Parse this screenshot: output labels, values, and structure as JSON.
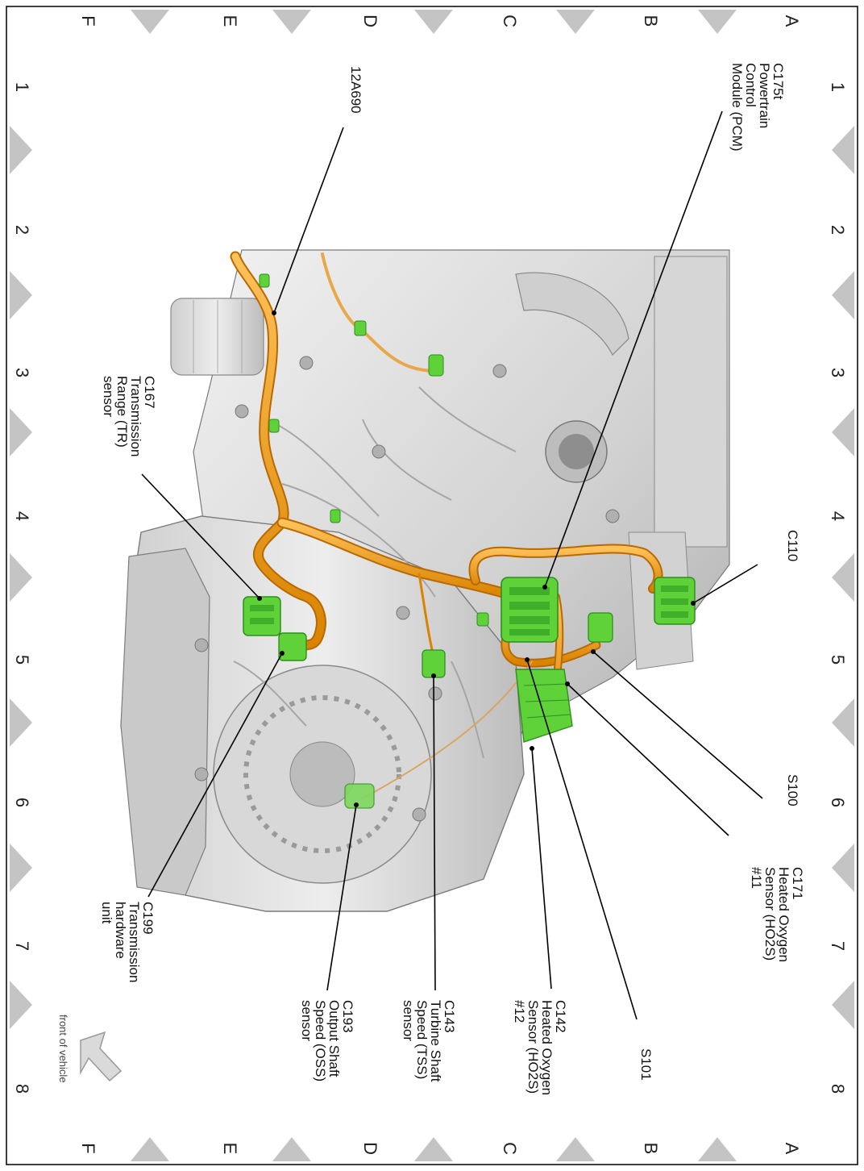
{
  "grid": {
    "columns": [
      "1",
      "2",
      "3",
      "4",
      "5",
      "6",
      "7",
      "8"
    ],
    "rows": [
      "A",
      "B",
      "C",
      "D",
      "E",
      "F"
    ]
  },
  "callouts": [
    {
      "id": "c175t",
      "lines": [
        "C175t",
        "Powertrain",
        "Control",
        "Module (PCM)"
      ]
    },
    {
      "id": "12a690",
      "lines": [
        "12A690"
      ]
    },
    {
      "id": "c110",
      "lines": [
        "C110"
      ]
    },
    {
      "id": "c167",
      "lines": [
        "C167",
        "Transmission",
        "Range (TR)",
        "sensor"
      ]
    },
    {
      "id": "s100",
      "lines": [
        "S100"
      ]
    },
    {
      "id": "c171",
      "lines": [
        "C171",
        "Heated Oxygen",
        "Sensor (HO2S)",
        "#11"
      ]
    },
    {
      "id": "c199",
      "lines": [
        "C199",
        "Transmission",
        "hardware",
        "unit"
      ]
    },
    {
      "id": "c142",
      "lines": [
        "C142",
        "Heated Oxygen",
        "Sensor (HO2S)",
        "#12"
      ]
    },
    {
      "id": "s101",
      "lines": [
        "S101"
      ]
    },
    {
      "id": "c143",
      "lines": [
        "C143",
        "Turbine Shaft",
        "Speed (TSS)",
        "sensor"
      ]
    },
    {
      "id": "c193",
      "lines": [
        "C193",
        "Output Shaft",
        "Speed (OSS)",
        "sensor"
      ]
    }
  ],
  "front_of_vehicle": "front of vehicle",
  "colors": {
    "harness": "#e8960c",
    "harness_dark": "#b86a00",
    "connector": "#5fd23a",
    "connector_dark": "#2f8f1c",
    "engine_light": "#e4e4e4",
    "engine_mid": "#c4c4c4",
    "engine_dark": "#8c8c8c",
    "border_triangle": "#c4c4c4"
  }
}
